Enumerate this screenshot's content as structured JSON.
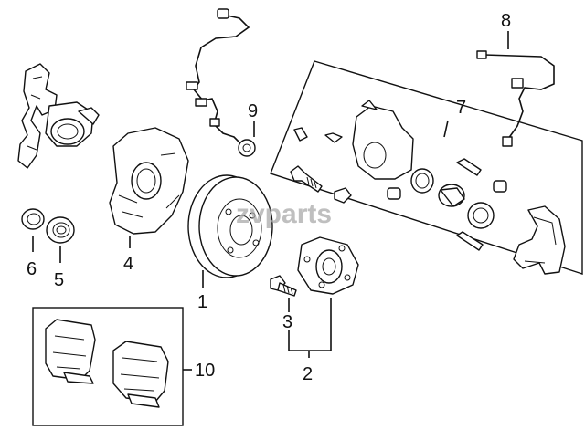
{
  "watermark": "zvparts",
  "callouts": [
    {
      "id": "1",
      "label": "1"
    },
    {
      "id": "2",
      "label": "2"
    },
    {
      "id": "3",
      "label": "3"
    },
    {
      "id": "4",
      "label": "4"
    },
    {
      "id": "5",
      "label": "5"
    },
    {
      "id": "6",
      "label": "6"
    },
    {
      "id": "7",
      "label": "7"
    },
    {
      "id": "8",
      "label": "8"
    },
    {
      "id": "9",
      "label": "9"
    },
    {
      "id": "10",
      "label": "10"
    }
  ],
  "parts": [
    {
      "callout": "1",
      "icon": "brake-disc-icon"
    },
    {
      "callout": "2",
      "icon": "wheel-hub-icon"
    },
    {
      "callout": "3",
      "icon": "hub-bolt-icon"
    },
    {
      "callout": "4",
      "icon": "splash-shield-icon"
    },
    {
      "callout": "5",
      "icon": "wheel-bearing-icon"
    },
    {
      "callout": "6",
      "icon": "snap-ring-icon"
    },
    {
      "callout": "7",
      "icon": "caliper-assembly-icon"
    },
    {
      "callout": "8",
      "icon": "brake-hose-icon"
    },
    {
      "callout": "9",
      "icon": "abs-sensor-icon"
    },
    {
      "callout": "10",
      "icon": "brake-pads-icon"
    }
  ]
}
